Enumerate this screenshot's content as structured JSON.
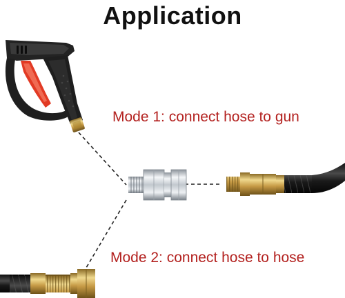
{
  "title": "Application",
  "modes": [
    {
      "label": "Mode 1: connect hose to gun"
    },
    {
      "label": "Mode 2: connect hose to hose"
    }
  ],
  "colors": {
    "label_red": "#b3211f",
    "trigger_red": "#e23a24",
    "gun_black": "#1e1e1e",
    "brass": "#c9a64a",
    "chrome": "#c7ccd1"
  },
  "icons": [
    "spray-gun-icon",
    "swivel-connector-icon",
    "hose-fitting-icon"
  ]
}
